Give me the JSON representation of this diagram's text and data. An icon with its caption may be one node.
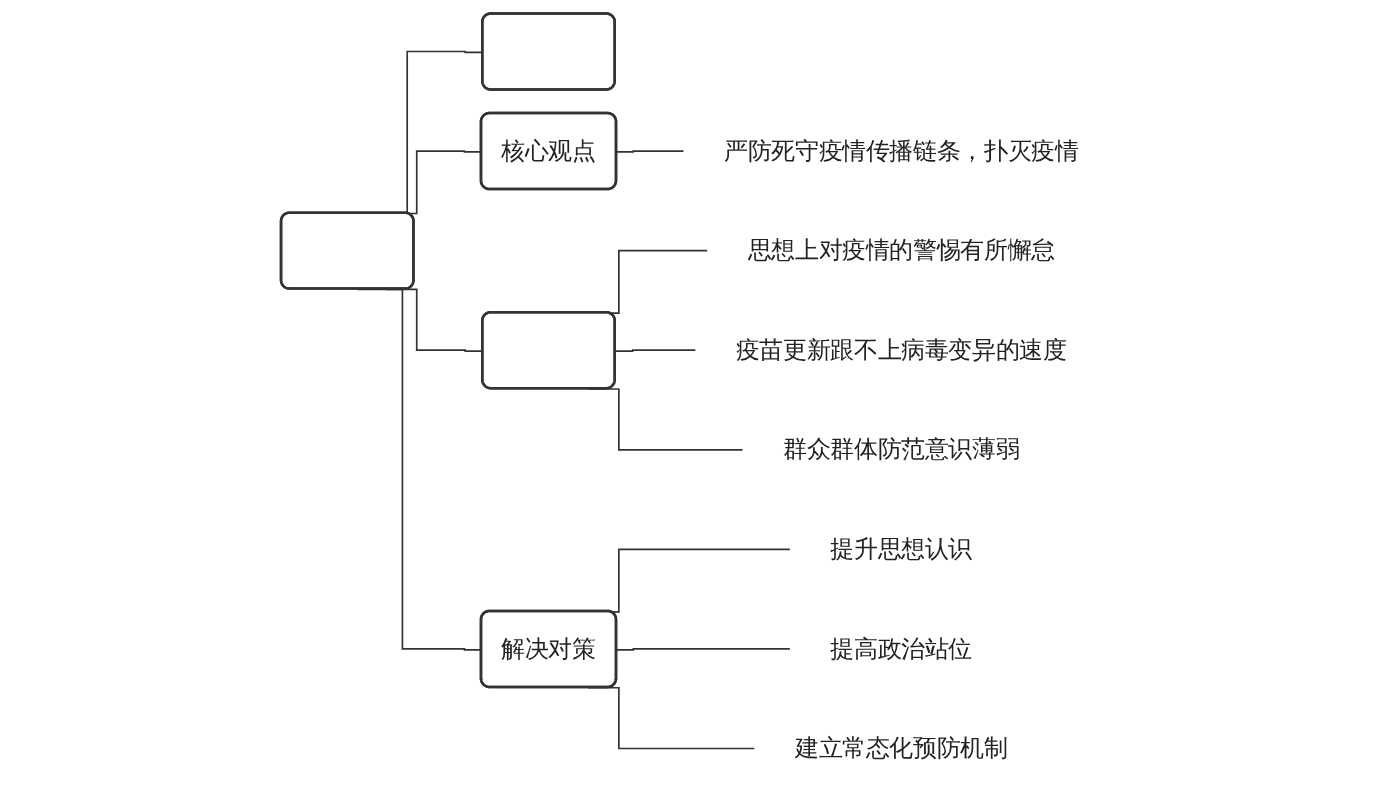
{
  "diagram": {
    "nodes": [
      {
        "text": [],
        "shape": "box"
      },
      {
        "text": [],
        "shape": "box"
      },
      {
        "text": [
          "核心观点"
        ]
      },
      {
        "text": [
          "严防死守疫情传播链条，扑灭疫情"
        ]
      },
      {
        "text": [],
        "shape": "box"
      },
      {
        "text": [
          "思想上对疫情的警惕有所懈怠"
        ]
      },
      {
        "text": [
          "疫苗更新跟不上病毒变异的速度"
        ]
      },
      {
        "text": [
          "群众群体防范意识薄弱"
        ]
      },
      {
        "text": [
          "解决对策"
        ]
      },
      {
        "text": [
          "提升思想认识"
        ]
      },
      {
        "text": [
          "提高政治站位"
        ]
      },
      {
        "text": [
          "建立常态化预防机制"
        ]
      }
    ],
    "edges": [
      {
        "from": 0,
        "to": 1,
        "arrow": "none"
      },
      {
        "from": 0,
        "to": 2,
        "arrow": "none"
      },
      {
        "from": 0,
        "to": 4,
        "arrow": "none"
      },
      {
        "from": 0,
        "to": 8,
        "arrow": "none"
      },
      {
        "from": 2,
        "to": 3,
        "arrow": "none"
      },
      {
        "from": 4,
        "to": 5,
        "arrow": "none"
      },
      {
        "from": 4,
        "to": 6,
        "arrow": "none"
      },
      {
        "from": 4,
        "to": 7,
        "arrow": "none"
      },
      {
        "from": 8,
        "to": 9,
        "arrow": "none"
      },
      {
        "from": 8,
        "to": 10,
        "arrow": "none"
      },
      {
        "from": 8,
        "to": 11,
        "arrow": "none"
      }
    ]
  }
}
